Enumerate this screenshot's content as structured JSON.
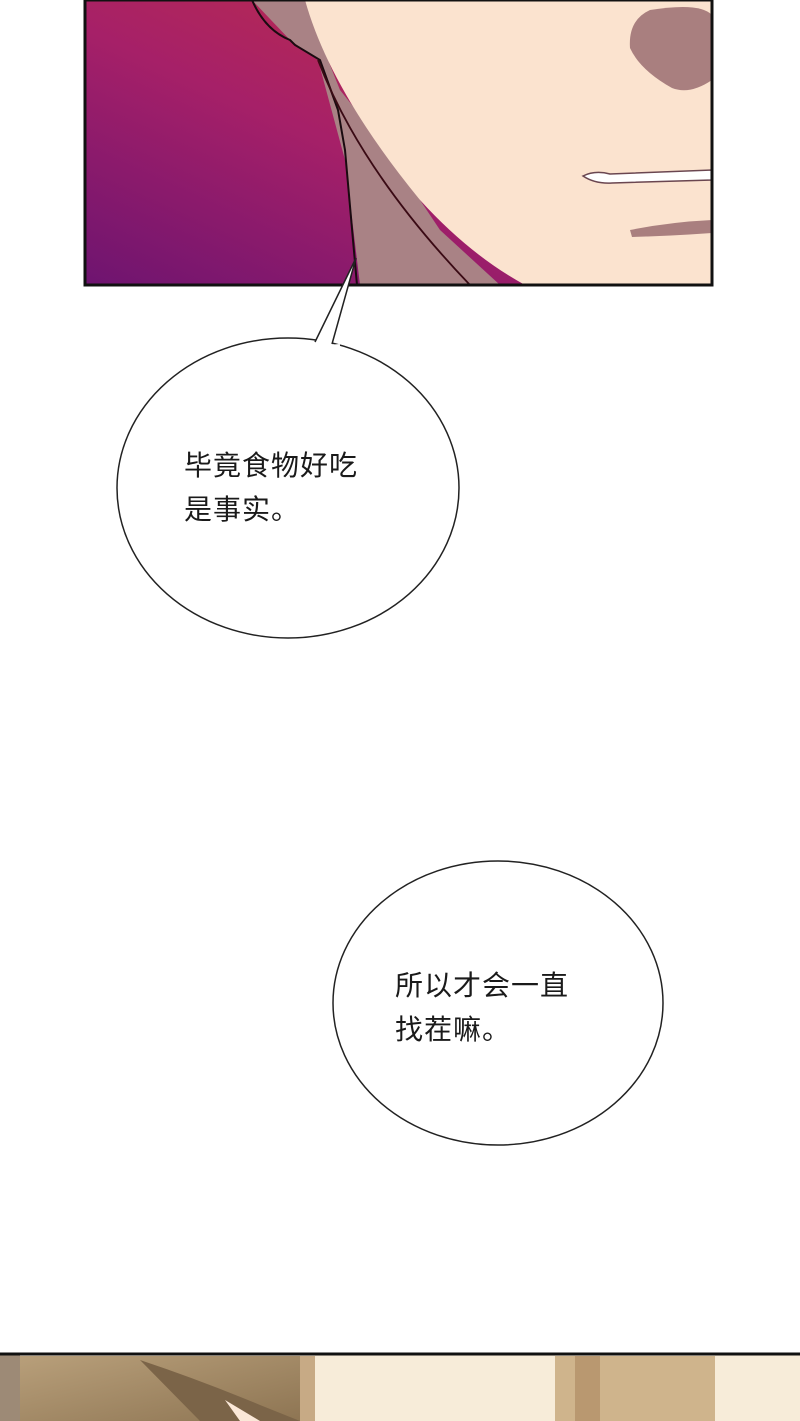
{
  "bubbles": [
    {
      "lines": [
        "毕竟食物好吃",
        "是事实。"
      ]
    },
    {
      "lines": [
        "所以才会一直",
        "找茬嘛。"
      ]
    }
  ],
  "colors": {
    "panel_border": "#111111",
    "bg_magenta": "#a0246a",
    "skin": "#fbe3cf",
    "hair": "#a88f6a"
  }
}
